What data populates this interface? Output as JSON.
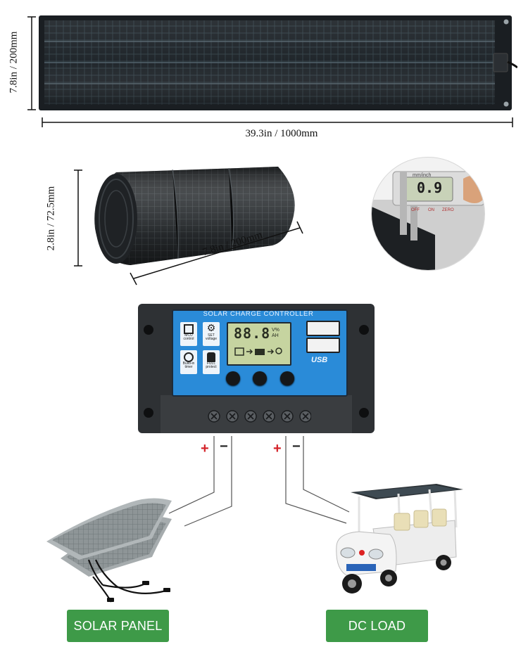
{
  "dimensions": {
    "panel_height": "7.8in / 200mm",
    "panel_width": "39.3in / 1000mm",
    "roll_height": "2.8in / 72.5mm",
    "roll_width": "7.8in / 200mm"
  },
  "caliper": {
    "reading": "0.9",
    "unit_label": "mm/inch",
    "buttons": [
      "OFF",
      "ON",
      "ZERO"
    ]
  },
  "controller": {
    "title": "SOLAR CHARGE CONTROLLER",
    "lcd_value": "88.8",
    "lcd_units": "V% AH",
    "icons": [
      {
        "name": "mcu-control-icon",
        "label": "MCU control"
      },
      {
        "name": "set-voltage-icon",
        "label": "SET voltage"
      },
      {
        "name": "build-in-timer-icon",
        "label": "Build-in timer"
      },
      {
        "name": "full-protect-icon",
        "label": "FULL protect"
      }
    ],
    "usb_label": "USB"
  },
  "wires": {
    "plus": "+",
    "minus": "−"
  },
  "labels": {
    "solar_panel": "SOLAR PANEL",
    "dc_load": "DC LOAD"
  },
  "colors": {
    "label_green": "#3e9a48",
    "controller_blue": "#2a8bd8",
    "panel_dark": "#1c2024",
    "plus_red": "#d4232a"
  }
}
